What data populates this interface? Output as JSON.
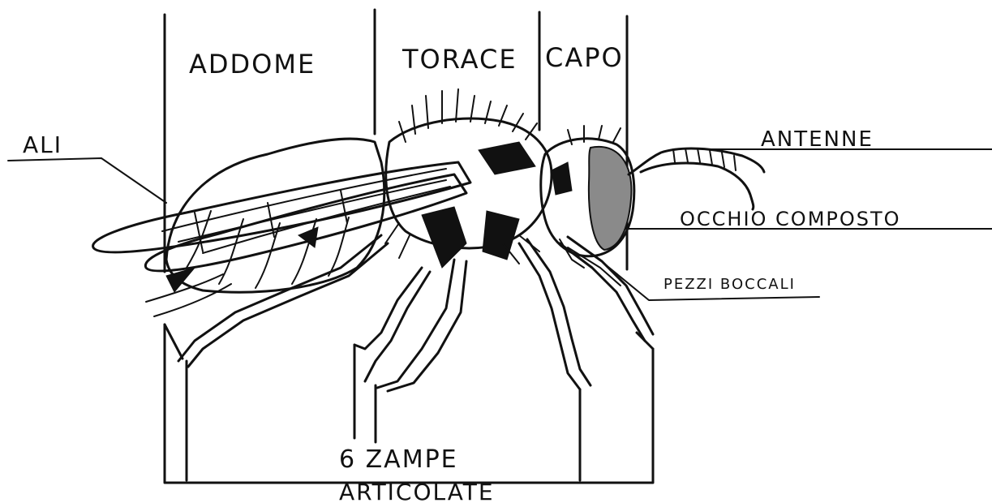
{
  "diagram": {
    "labels": {
      "addome": "ADDOME",
      "torace": "TORACE",
      "capo": "CAPO",
      "ali": "ALI",
      "antenne": "ANTENNE",
      "occhio": "OCCHIO  COMPOSTO",
      "pezzi": "PEZZI BOCCALI",
      "zampe_line1": "6 ZAMPE",
      "zampe_line2": "ARTICOLATE"
    },
    "colors": {
      "ink": "#111111",
      "eye": "#8a8a8a",
      "background": "#ffffff"
    }
  }
}
